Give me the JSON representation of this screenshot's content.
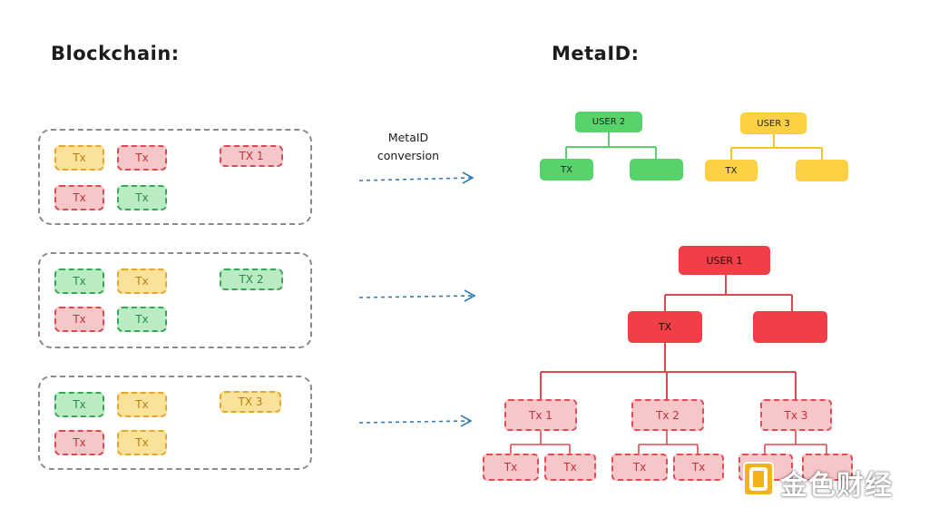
{
  "headings": {
    "left": "Blockchain:",
    "right": "MetaID:"
  },
  "conversion": {
    "line1": "MetaID",
    "line2": "conversion"
  },
  "blocks": [
    {
      "cells": [
        "Tx",
        "Tx",
        "Tx",
        "Tx"
      ],
      "label": "TX 1"
    },
    {
      "cells": [
        "Tx",
        "Tx",
        "Tx",
        "Tx"
      ],
      "label": "TX 2"
    },
    {
      "cells": [
        "Tx",
        "Tx",
        "Tx",
        "Tx"
      ],
      "label": "TX 3"
    }
  ],
  "tree_user2": {
    "root": "USER 2",
    "left": "TX",
    "right": ""
  },
  "tree_user3": {
    "root": "USER 3",
    "left": "TX",
    "right": ""
  },
  "tree_user1": {
    "root": "USER 1",
    "left": "TX",
    "right": "",
    "children": [
      "Tx 1",
      "Tx 2",
      "Tx 3"
    ],
    "leaves": [
      "Tx",
      "Tx",
      "Tx",
      "Tx",
      "",
      ""
    ]
  },
  "watermark": "金色财经",
  "colors": {
    "red": "#f23e47",
    "green": "#56d46b",
    "yellow": "#fbd043",
    "arrow": "#2f7fb5"
  }
}
